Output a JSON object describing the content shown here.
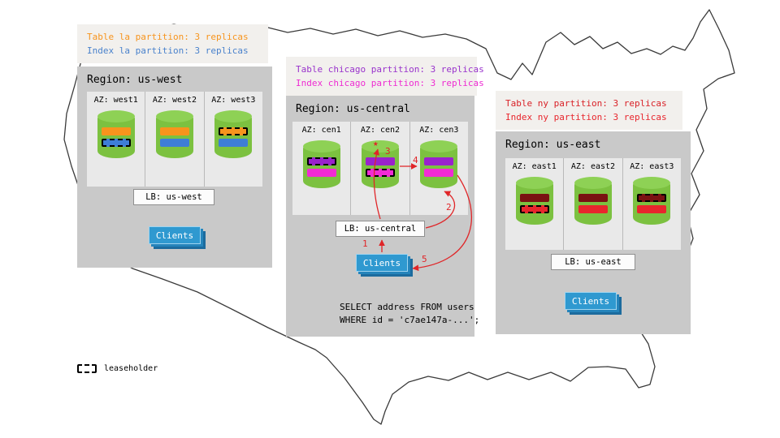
{
  "colors": {
    "region_bg": "#c9c9c9",
    "az_panel_bg": "#e9e9e9",
    "callout_bg": "#f2f0ed",
    "cylinder": "#7cc140",
    "cylinder_top": "#8ed155",
    "arrow": "#e02528",
    "clients_bg": "#2f99d0",
    "map_outline": "#3a3a3a"
  },
  "legend": {
    "label": "leaseholder"
  },
  "flow_labels": [
    "1",
    "2",
    "3",
    "4",
    "5"
  ],
  "star_icon": "★",
  "regions": [
    {
      "id": "us-west",
      "title": "Region: us-west",
      "callout": [
        {
          "text": "Table la partition: 3 replicas",
          "color": "#f7941d"
        },
        {
          "text": "Index la partition: 3 replicas",
          "color": "#4a82cc"
        }
      ],
      "azs": [
        {
          "label": "AZ: west1",
          "stripes": [
            {
              "color": "#f7941d",
              "dashed": false
            },
            {
              "color": "#3e7ed6",
              "dashed": true
            }
          ]
        },
        {
          "label": "AZ: west2",
          "stripes": [
            {
              "color": "#f7941d",
              "dashed": false
            },
            {
              "color": "#3e7ed6",
              "dashed": false
            }
          ]
        },
        {
          "label": "AZ: west3",
          "stripes": [
            {
              "color": "#f7941d",
              "dashed": true
            },
            {
              "color": "#3e7ed6",
              "dashed": false
            }
          ]
        }
      ],
      "lb_label": "LB: us-west",
      "clients_label": "Clients"
    },
    {
      "id": "us-central",
      "title": "Region: us-central",
      "callout": [
        {
          "text": "Table chicago partition: 3 replicas",
          "color": "#9933cc"
        },
        {
          "text": "Index chicago partition: 3 replicas",
          "color": "#ee2bd2"
        }
      ],
      "azs": [
        {
          "label": "AZ: cen1",
          "stripes": [
            {
              "color": "#9a22cc",
              "dashed": true
            },
            {
              "color": "#f12bd4",
              "dashed": false
            }
          ]
        },
        {
          "label": "AZ: cen2",
          "stripes": [
            {
              "color": "#9a22cc",
              "dashed": false
            },
            {
              "color": "#f12bd4",
              "dashed": true
            }
          ]
        },
        {
          "label": "AZ: cen3",
          "stripes": [
            {
              "color": "#9a22cc",
              "dashed": false
            },
            {
              "color": "#f12bd4",
              "dashed": false
            }
          ]
        }
      ],
      "lb_label": "LB: us-central",
      "clients_label": "Clients",
      "query": {
        "line1": "SELECT address FROM users",
        "line2": "WHERE id = 'c7ae147a-...';"
      }
    },
    {
      "id": "us-east",
      "title": "Region: us-east",
      "callout": [
        {
          "text": "Table ny partition: 3 replicas",
          "color": "#d92127"
        },
        {
          "text": "Index ny partition: 3 replicas",
          "color": "#e8262d"
        }
      ],
      "azs": [
        {
          "label": "AZ: east1",
          "stripes": [
            {
              "color": "#7a1212",
              "dashed": false
            },
            {
              "color": "#e8262d",
              "dashed": true
            }
          ]
        },
        {
          "label": "AZ: east2",
          "stripes": [
            {
              "color": "#7a1212",
              "dashed": false
            },
            {
              "color": "#e8262d",
              "dashed": false
            }
          ]
        },
        {
          "label": "AZ: east3",
          "stripes": [
            {
              "color": "#7a1212",
              "dashed": true
            },
            {
              "color": "#e8262d",
              "dashed": false
            }
          ]
        }
      ],
      "lb_label": "LB: us-east",
      "clients_label": "Clients"
    }
  ]
}
